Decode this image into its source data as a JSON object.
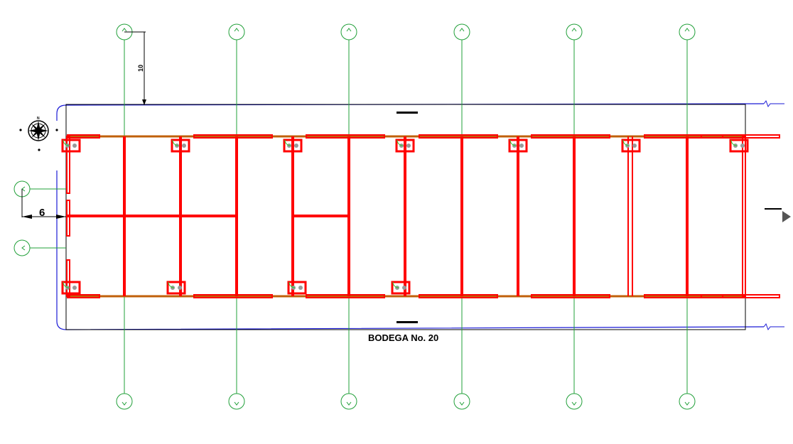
{
  "drawing": {
    "title": "BODEGA No. 20",
    "dimension_top": "10",
    "dimension_left": "6",
    "compass_north": "N",
    "colors": {
      "walls": "#ff0000",
      "axes": "#22a03a",
      "boundary": "#1a1ad6",
      "beam": "#c0600a",
      "outline": "#000000"
    }
  }
}
